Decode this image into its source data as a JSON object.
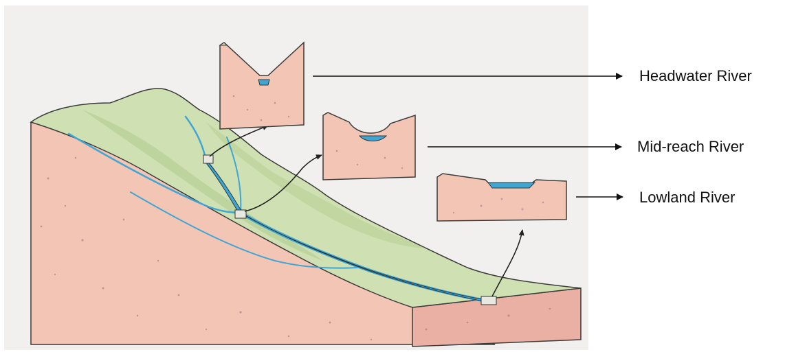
{
  "labels": {
    "headwater": "Headwater River",
    "mid_reach": "Mid-reach River",
    "lowland": "Lowland River"
  },
  "colors": {
    "backdrop": "#f1f0ee",
    "soil_side": "#f2c5b5",
    "soil_dark": "#e8a898",
    "vegetation": "#cfe0b2",
    "vegetation_dark": "#b7cf96",
    "water": "#3fa6d4",
    "outline": "#3a3a3a"
  }
}
